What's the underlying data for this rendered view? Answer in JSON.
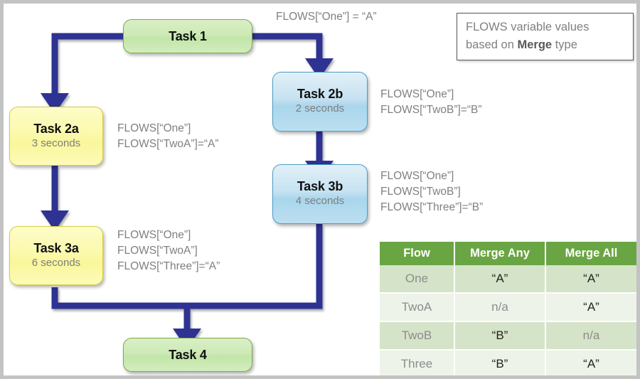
{
  "diagram": {
    "title_note": "FLOWS[“One”] = “A”",
    "legend": {
      "line1": "FLOWS variable  values",
      "line2_pre": "based  on ",
      "line2_bold": "Merge",
      "line2_post": " type"
    },
    "tasks": [
      {
        "id": "task-1",
        "title": "Task 1",
        "duration": ""
      },
      {
        "id": "task-2a",
        "title": "Task 2a",
        "duration": "3 seconds"
      },
      {
        "id": "task-2b",
        "title": "Task 2b",
        "duration": "2 seconds"
      },
      {
        "id": "task-3a",
        "title": "Task 3a",
        "duration": "6 seconds"
      },
      {
        "id": "task-3b",
        "title": "Task 3b",
        "duration": "4 seconds"
      },
      {
        "id": "task-4",
        "title": "Task 4",
        "duration": ""
      }
    ],
    "notes": {
      "task_2a": "FLOWS[“One”]\nFLOWS[“TwoA”]=“A”",
      "task_2b": "FLOWS[“One”]\nFLOWS[“TwoB”]=“B”",
      "task_3a": "FLOWS[“One”]\nFLOWS[“TwoA”]\nFLOWS[“Three”]=“A”",
      "task_3b": "FLOWS[“One”]\nFLOWS[“TwoB”]\nFLOWS[“Three”]=“B”"
    },
    "colors": {
      "arrow": "#2e3192",
      "green_fill": "#cdeab6",
      "yellow_fill": "#faf69a",
      "blue_fill": "#bcdff0",
      "table_header": "#6aa544",
      "table_row_odd": "#d5e4c8",
      "table_row_even": "#eef3e9",
      "frame": "#c3c3c3",
      "note_text": "#808080"
    }
  },
  "chart_data": {
    "type": "table",
    "title": "FLOWS variable values based on Merge type",
    "columns": [
      "Flow",
      "Merge Any",
      "Merge All"
    ],
    "rows": [
      [
        "One",
        "“A”",
        "“A”"
      ],
      [
        "TwoA",
        "n/a",
        "“A”"
      ],
      [
        "TwoB",
        "“B”",
        "n/a"
      ],
      [
        "Three",
        "“B”",
        "“A”"
      ]
    ]
  }
}
